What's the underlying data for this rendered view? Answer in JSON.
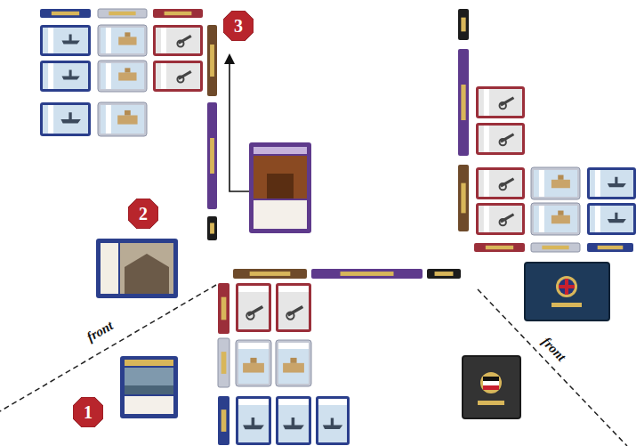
{
  "diagram": {
    "nodes": [
      {
        "text": [
          "3"
        ]
      },
      {
        "text": [
          "2"
        ]
      },
      {
        "text": [
          "1"
        ]
      }
    ],
    "labels": [
      "front",
      "front"
    ]
  }
}
